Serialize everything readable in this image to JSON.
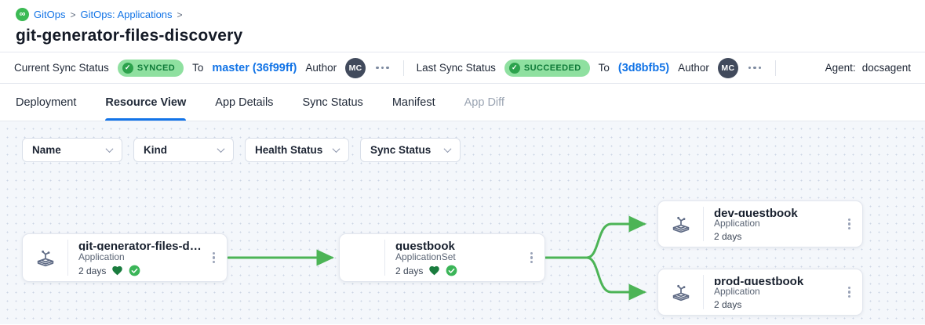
{
  "breadcrumb": {
    "app_icon": "gitops-infinity-icon",
    "items": [
      "GitOps",
      "GitOps: Applications"
    ],
    "separator": ">"
  },
  "page_title": "git-generator-files-discovery",
  "status_bar": {
    "current": {
      "label": "Current Sync Status",
      "badge": {
        "text": "SYNCED",
        "icon": "check-circle"
      },
      "to_label": "To",
      "revision": "master (36f99ff)",
      "author_label": "Author",
      "avatar_initials": "MC",
      "menu_icon": "ellipsis-horizontal"
    },
    "last": {
      "label": "Last Sync Status",
      "badge": {
        "text": "SUCCEEDED",
        "icon": "check-circle"
      },
      "to_label": "To",
      "revision": "(3d8bfb5)",
      "author_label": "Author",
      "avatar_initials": "MC",
      "menu_icon": "ellipsis-horizontal"
    },
    "agent": {
      "label": "Agent:",
      "value": "docsagent"
    }
  },
  "tabs": [
    {
      "label": "Deployment",
      "state": "normal"
    },
    {
      "label": "Resource View",
      "state": "active"
    },
    {
      "label": "App Details",
      "state": "normal"
    },
    {
      "label": "Sync Status",
      "state": "normal"
    },
    {
      "label": "Manifest",
      "state": "normal"
    },
    {
      "label": "App Diff",
      "state": "disabled"
    }
  ],
  "filters": [
    {
      "label": "Name",
      "icon": "chevron-down-icon"
    },
    {
      "label": "Kind",
      "icon": "chevron-down-icon"
    },
    {
      "label": "Health Status",
      "icon": "chevron-down-icon"
    },
    {
      "label": "Sync Status",
      "icon": "chevron-down-icon"
    }
  ],
  "graph": {
    "nodes": [
      {
        "title": "git-generator-files-disco...",
        "kind": "Application",
        "age": "2 days",
        "type_icon": "application-icon",
        "health_icon": "heart",
        "sync_icon": "check-circle"
      },
      {
        "title": "guestbook",
        "kind": "ApplicationSet",
        "age": "2 days",
        "type_icon": "",
        "health_icon": "heart",
        "sync_icon": "check-circle"
      },
      {
        "title": "dev-guestbook",
        "kind": "Application",
        "age": "2 days",
        "type_icon": "application-icon"
      },
      {
        "title": "prod-guestbook",
        "kind": "Application",
        "age": "2 days",
        "type_icon": "application-icon"
      }
    ],
    "edges": [
      {
        "from": "git-generator-files-disco...",
        "to": "guestbook"
      },
      {
        "from": "guestbook",
        "to": "dev-guestbook"
      },
      {
        "from": "guestbook",
        "to": "prod-guestbook"
      }
    ]
  },
  "colors": {
    "accent_blue": "#1173e6",
    "badge_bg": "#8fe0a0",
    "badge_text": "#0e7a38",
    "edge_green": "#4cb456",
    "health_green": "#1a7c3e",
    "synced_green": "#3bb558",
    "avatar_bg": "#414a5c"
  }
}
